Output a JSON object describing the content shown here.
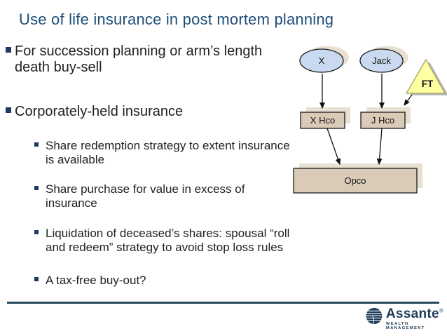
{
  "title": "Use of life insurance in post mortem planning",
  "bullets": {
    "level1": [
      {
        "text": "For succession planning or arm’s length\ndeath buy-sell"
      },
      {
        "text": "Corporately-held insurance"
      }
    ],
    "level2": [
      {
        "text": "Share redemption strategy to extent insurance\nis available"
      },
      {
        "text": "Share purchase for value in excess of\ninsurance"
      },
      {
        "text": "Liquidation of deceased’s shares: spousal “roll\nand redeem” strategy to avoid stop loss rules"
      },
      {
        "text": "A tax-free buy-out?"
      }
    ]
  },
  "diagram": {
    "nodes": {
      "x_oval": "X",
      "jack_oval": "Jack",
      "ft_triangle": "FT",
      "x_hco": "X Hco",
      "j_hco": "J Hco",
      "opco": "Opco"
    },
    "colors": {
      "oval_fill": "#c9daf0",
      "box_fill": "#dacbb8",
      "shadow_tan": "#e8e1d2",
      "triangle_fill": "#ffffa3",
      "triangle_shadow": "#b8b8b8",
      "outline": "#1a1a1a"
    }
  },
  "footer": {
    "brand": "Assante",
    "registered": "®",
    "tagline": "WEALTH MANAGEMENT",
    "rule_color": "#264a5e",
    "brand_color": "#1b3a57"
  },
  "colors": {
    "title": "#1f4e79",
    "body_text": "#212121",
    "bullet_marker": "#1f3864",
    "background": "#ffffff"
  }
}
